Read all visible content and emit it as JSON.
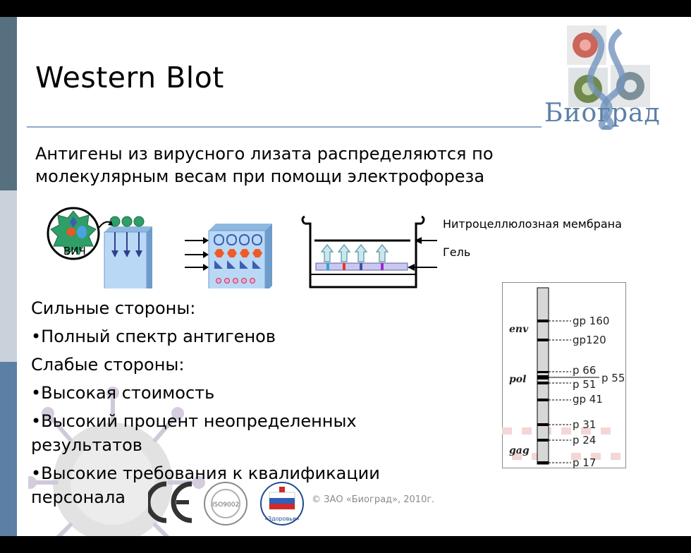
{
  "slide": {
    "title": "Western Blot",
    "logo_text": "Биоград",
    "intro_lines": [
      "Антигены из вирусного лизата распределяются по",
      "молекулярным весам при помощи электрофореза"
    ],
    "diagram": {
      "virus_label": "ВИЧ",
      "membrane_label": "Нитроцеллюлозная мембрана",
      "gel_label": "Гель"
    },
    "bullets": {
      "strengths_heading": "Сильные стороны:",
      "strengths": [
        "•Полный спектр антигенов"
      ],
      "weaknesses_heading": "Слабые стороны:",
      "weaknesses_lines": [
        "•Высокая стоимость",
        "•Высокий процент неопределенных",
        "результатов",
        "•Высокие требования к квалификации",
        "персонала"
      ]
    },
    "blot_strip": {
      "groups": [
        "env",
        "pol",
        "gag"
      ],
      "bands": [
        "gp 160",
        "gp120",
        "p 66",
        "p 55",
        "p 51",
        "gp 41",
        "p 31",
        "p 24",
        "p 17"
      ]
    },
    "certificates": {
      "ce_mark": "CE",
      "iso_text": "ISO9002",
      "health_text": "«Здоровье»"
    },
    "copyright": "© ЗАО «Биоград», 2010г."
  },
  "colors": {
    "sidebar_dark": "#56707f",
    "sidebar_light": "#c9d2db",
    "sidebar_blue": "#5b7fa5",
    "title_rule": "#8ea9c8",
    "logo_blue": "#5b80a8",
    "gel_blue": "#b3d4f2",
    "hex_red": "#f15a24",
    "triangle_blue": "#3d5fb0"
  }
}
